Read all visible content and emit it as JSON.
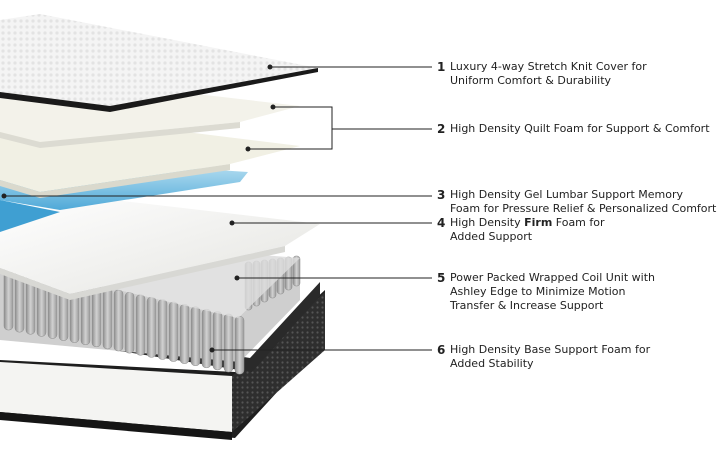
{
  "layers": [
    {
      "number": "1",
      "lines": [
        "Luxury 4-way Stretch Knit Cover for",
        "Uniform Comfort & Durability"
      ]
    },
    {
      "number": "2",
      "lines": [
        "High Density Quilt Foam for Support & Comfort"
      ]
    },
    {
      "number": "3",
      "lines": [
        "High Density Gel Lumbar Support Memory",
        "Foam for Pressure Relief & Personalized Comfort"
      ]
    },
    {
      "number": "4",
      "line1_pre": "High Density ",
      "line1_bold": "Firm",
      "line1_post": " Foam for",
      "line2": "Added Support"
    },
    {
      "number": "5",
      "lines": [
        "Power Packed Wrapped Coil Unit with",
        "Ashley Edge to Minimize Motion",
        "Transfer & Increase Support"
      ]
    },
    {
      "number": "6",
      "lines": [
        "High Density Base Support Foam for",
        "Added Stability"
      ]
    }
  ],
  "colors": {
    "cover": "#f4f4f4",
    "quilt_foam": "#f1f0e4",
    "gel_foam": "#7fc3e4",
    "firm_foam": "#f3f3f0",
    "coils": "#b8b8b8",
    "base_edge": "#2c2c2c",
    "leader": "#222222"
  }
}
